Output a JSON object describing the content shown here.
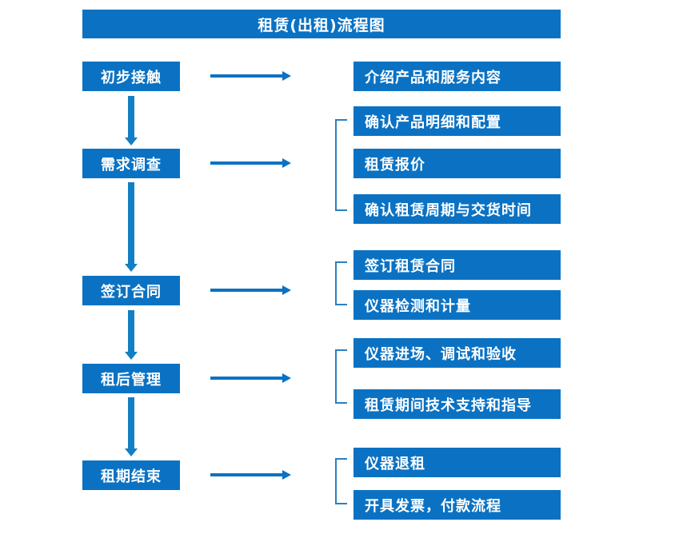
{
  "diagram": {
    "title": "租赁(出租)流程图",
    "accent_color": "#0b72c3",
    "arrow_color": "#127ec4",
    "bracket_color": "#2b7fc0",
    "text_color": "#ffffff",
    "background_color": "#ffffff"
  },
  "stages": [
    {
      "label": "初步接触"
    },
    {
      "label": "需求调查"
    },
    {
      "label": "签订合同"
    },
    {
      "label": "租后管理"
    },
    {
      "label": "租期结束"
    }
  ],
  "details": [
    {
      "label": "介绍产品和服务内容"
    },
    {
      "label": "确认产品明细和配置"
    },
    {
      "label": "租赁报价"
    },
    {
      "label": "确认租赁周期与交货时间"
    },
    {
      "label": "签订租赁合同"
    },
    {
      "label": "仪器检测和计量"
    },
    {
      "label": "仪器进场、调试和验收"
    },
    {
      "label": "租赁期间技术支持和指导"
    },
    {
      "label": "仪器退租"
    },
    {
      "label": "开具发票，付款流程"
    }
  ]
}
